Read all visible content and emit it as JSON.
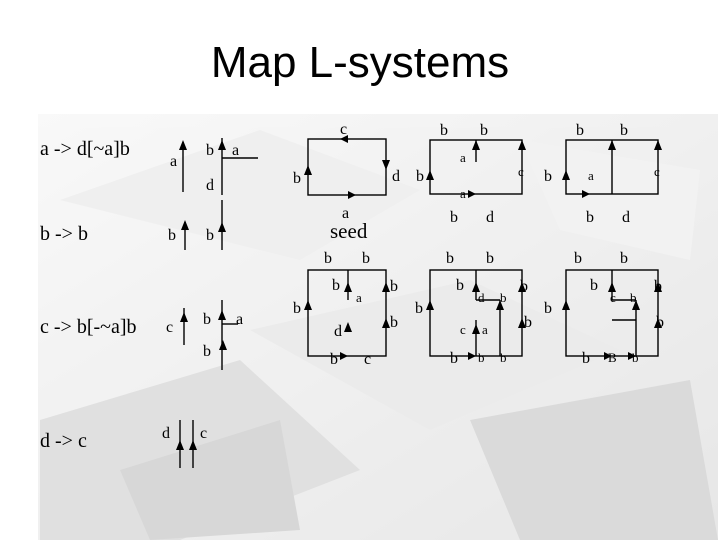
{
  "slide": {
    "title": "Map L-systems",
    "rules": [
      "a -> d[~a]b",
      "b -> b",
      "c -> b[-~a]b",
      "d -> c"
    ],
    "seed_label": "seed",
    "labels": {
      "a": "a",
      "b": "b",
      "c": "c",
      "d": "d",
      "B": "B"
    }
  }
}
